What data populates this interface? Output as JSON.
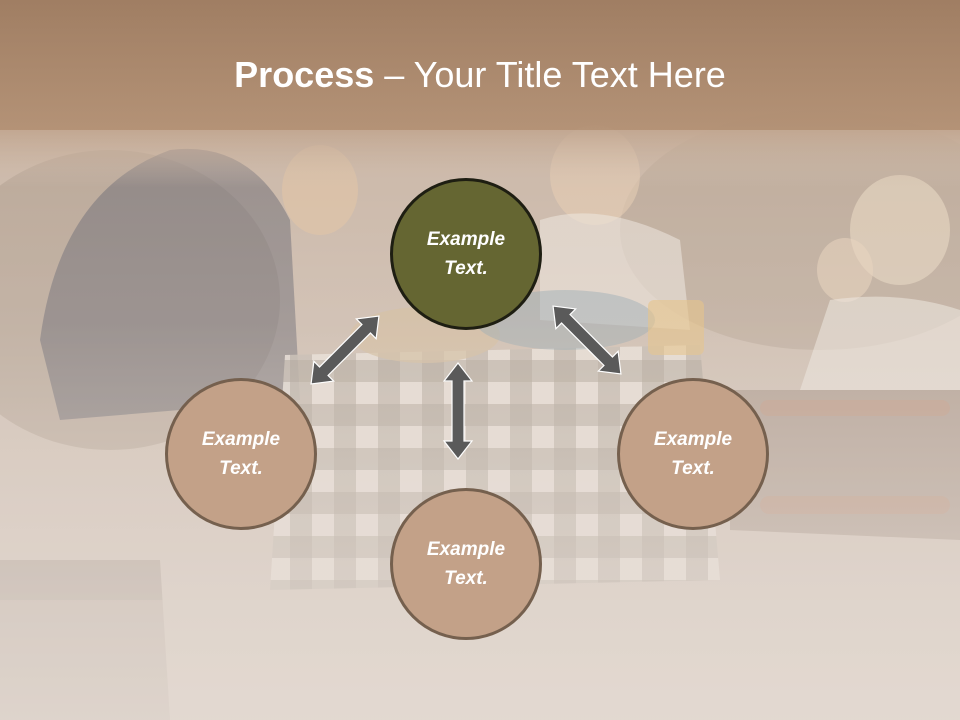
{
  "slide": {
    "title_bold": "Process",
    "title_rest": " – Your Title Text Here"
  },
  "diagram": {
    "center": {
      "text": "Example Text."
    },
    "left": {
      "text": "Example Text."
    },
    "bottom": {
      "text": "Example Text."
    },
    "right": {
      "text": "Example Text."
    }
  },
  "colors": {
    "header_band": "#a07e63",
    "center_fill": "#656632",
    "outer_fill": "#c3a188",
    "arrow": "#5a5a5a"
  }
}
